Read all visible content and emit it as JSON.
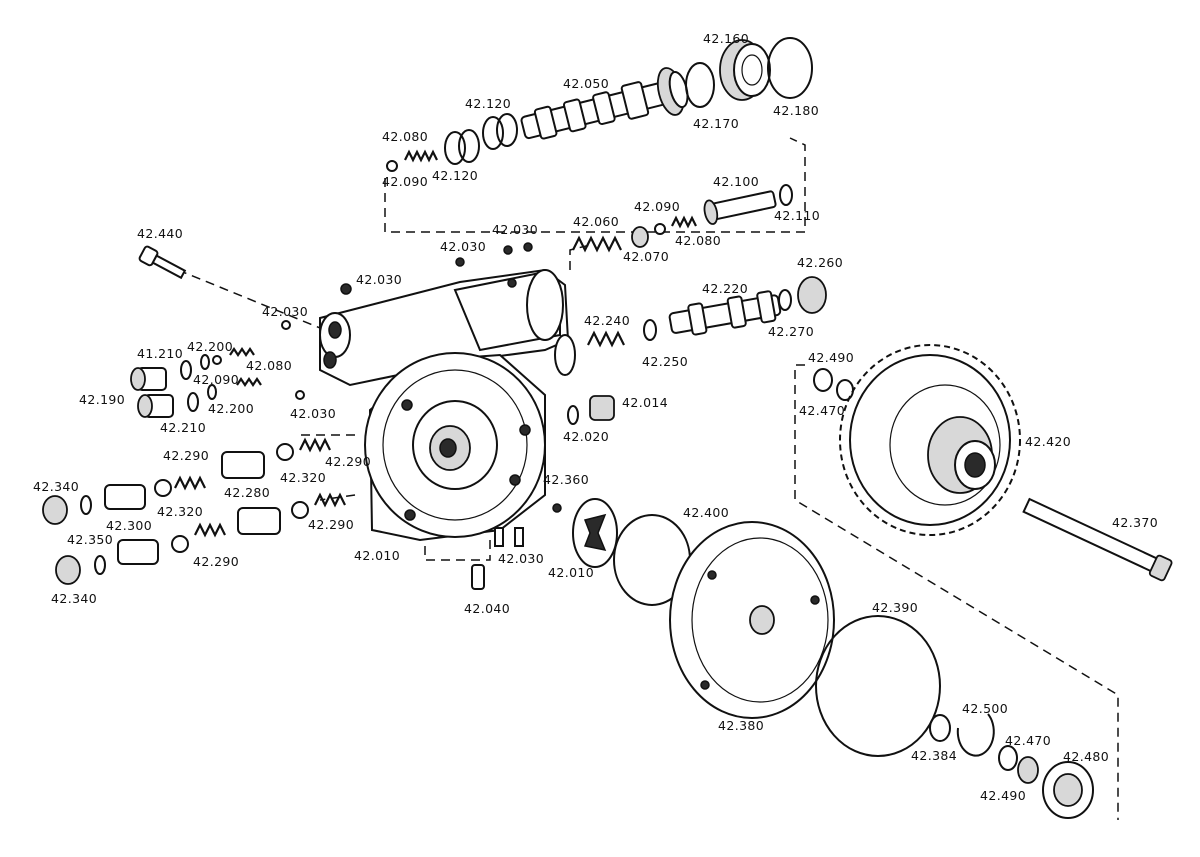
{
  "callouts": [
    "42.160",
    "42.050",
    "42.120",
    "42.170",
    "42.180",
    "42.080",
    "42.120",
    "42.090",
    "42.100",
    "42.090",
    "42.110",
    "42.080",
    "42.060",
    "42.070",
    "42.030",
    "42.030",
    "42.440",
    "42.030",
    "42.030",
    "42.260",
    "42.220",
    "42.240",
    "42.270",
    "41.210",
    "42.200",
    "42.090",
    "42.080",
    "42.250",
    "42.490",
    "42.190",
    "42.200",
    "42.030",
    "42.014",
    "42.470",
    "42.210",
    "42.020",
    "42.290",
    "42.290",
    "42.420",
    "42.340",
    "42.320",
    "42.280",
    "42.360",
    "42.320",
    "42.300",
    "42.290",
    "42.350",
    "42.400",
    "42.370",
    "42.010",
    "42.030",
    "42.010",
    "42.290",
    "42.340",
    "42.040",
    "42.390",
    "42.380",
    "42.500",
    "42.384",
    "42.470",
    "42.480",
    "42.490"
  ]
}
